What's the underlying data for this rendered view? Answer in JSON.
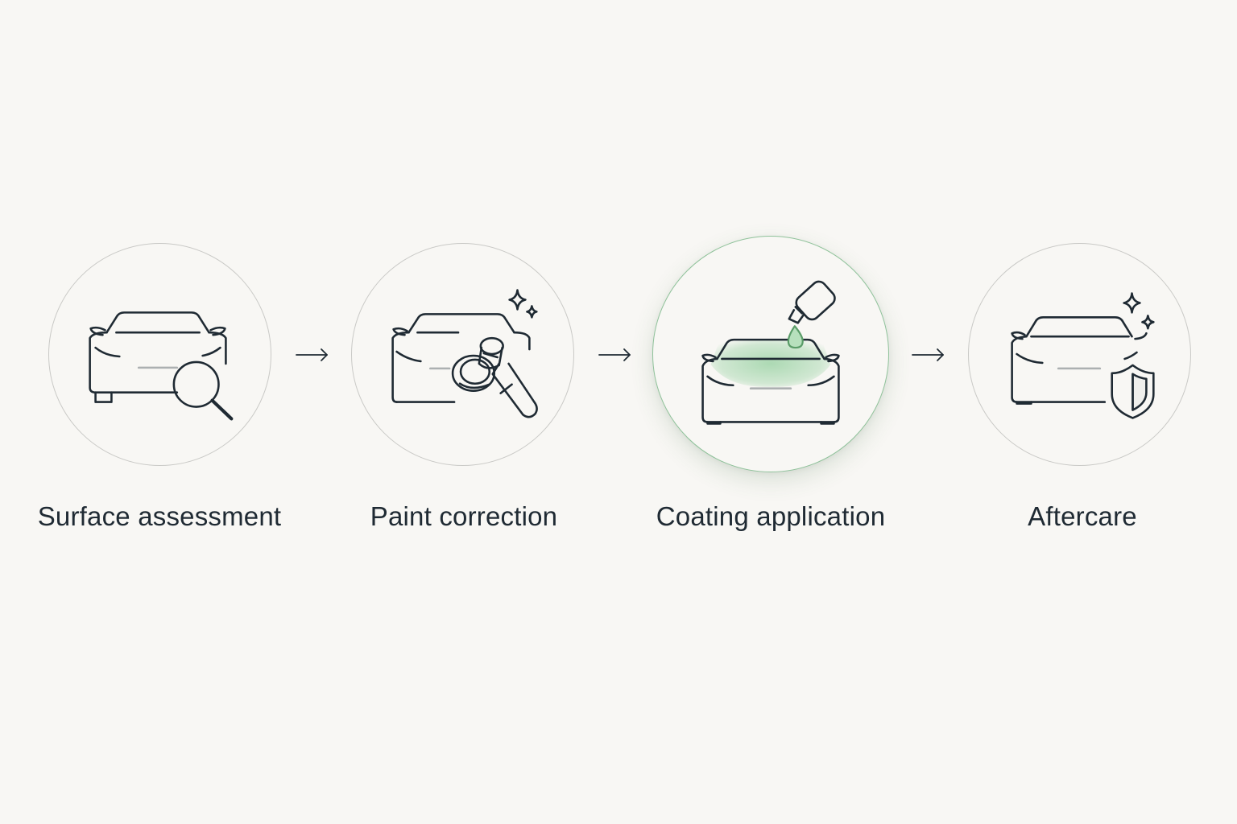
{
  "steps": [
    {
      "label": "Surface assessment",
      "icon": "car-magnifier-icon",
      "active": false
    },
    {
      "label": "Paint correction",
      "icon": "car-polisher-icon",
      "active": false
    },
    {
      "label": "Coating application",
      "icon": "car-coating-drop-icon",
      "active": true
    },
    {
      "label": "Aftercare",
      "icon": "car-shield-icon",
      "active": false
    }
  ],
  "colors": {
    "background": "#f8f7f4",
    "line": "#1f2a33",
    "circle_border": "#c9c9c6",
    "accent": "#8fc29a",
    "accent_fill": "#9fd4a8"
  }
}
